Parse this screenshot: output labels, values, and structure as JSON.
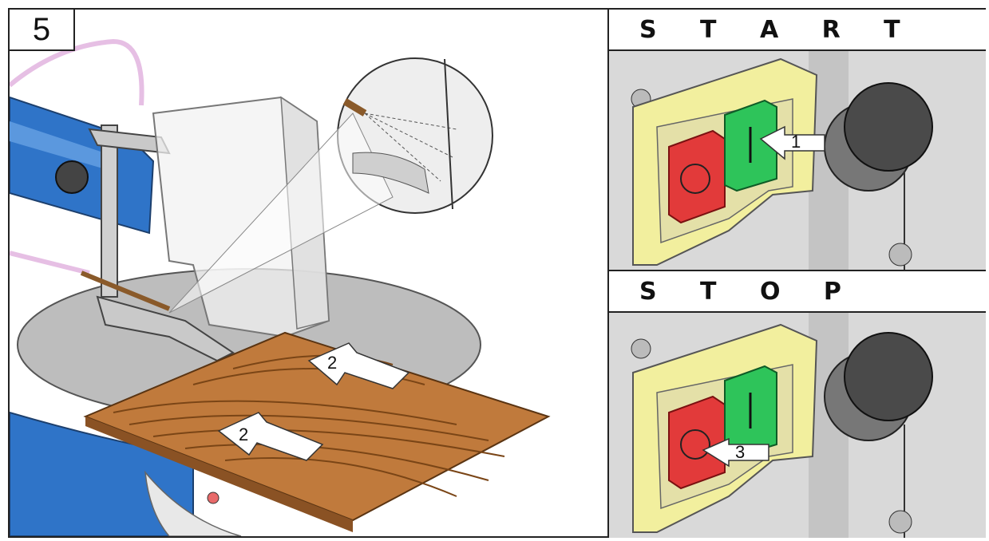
{
  "step_number": "5",
  "start_panel": {
    "title": "S T A R T",
    "callout": "1"
  },
  "stop_panel": {
    "title": "S T O P",
    "callout": "3"
  },
  "main_panel": {
    "callouts": [
      "2",
      "2"
    ]
  },
  "colors": {
    "blue_arm": "#2f74c8",
    "wood": "#c07a3c",
    "start_button": "#2ec45a",
    "stop_button": "#e23a3a",
    "switch_housing": "#f2ef9e",
    "metal": "#c9c9c9"
  }
}
